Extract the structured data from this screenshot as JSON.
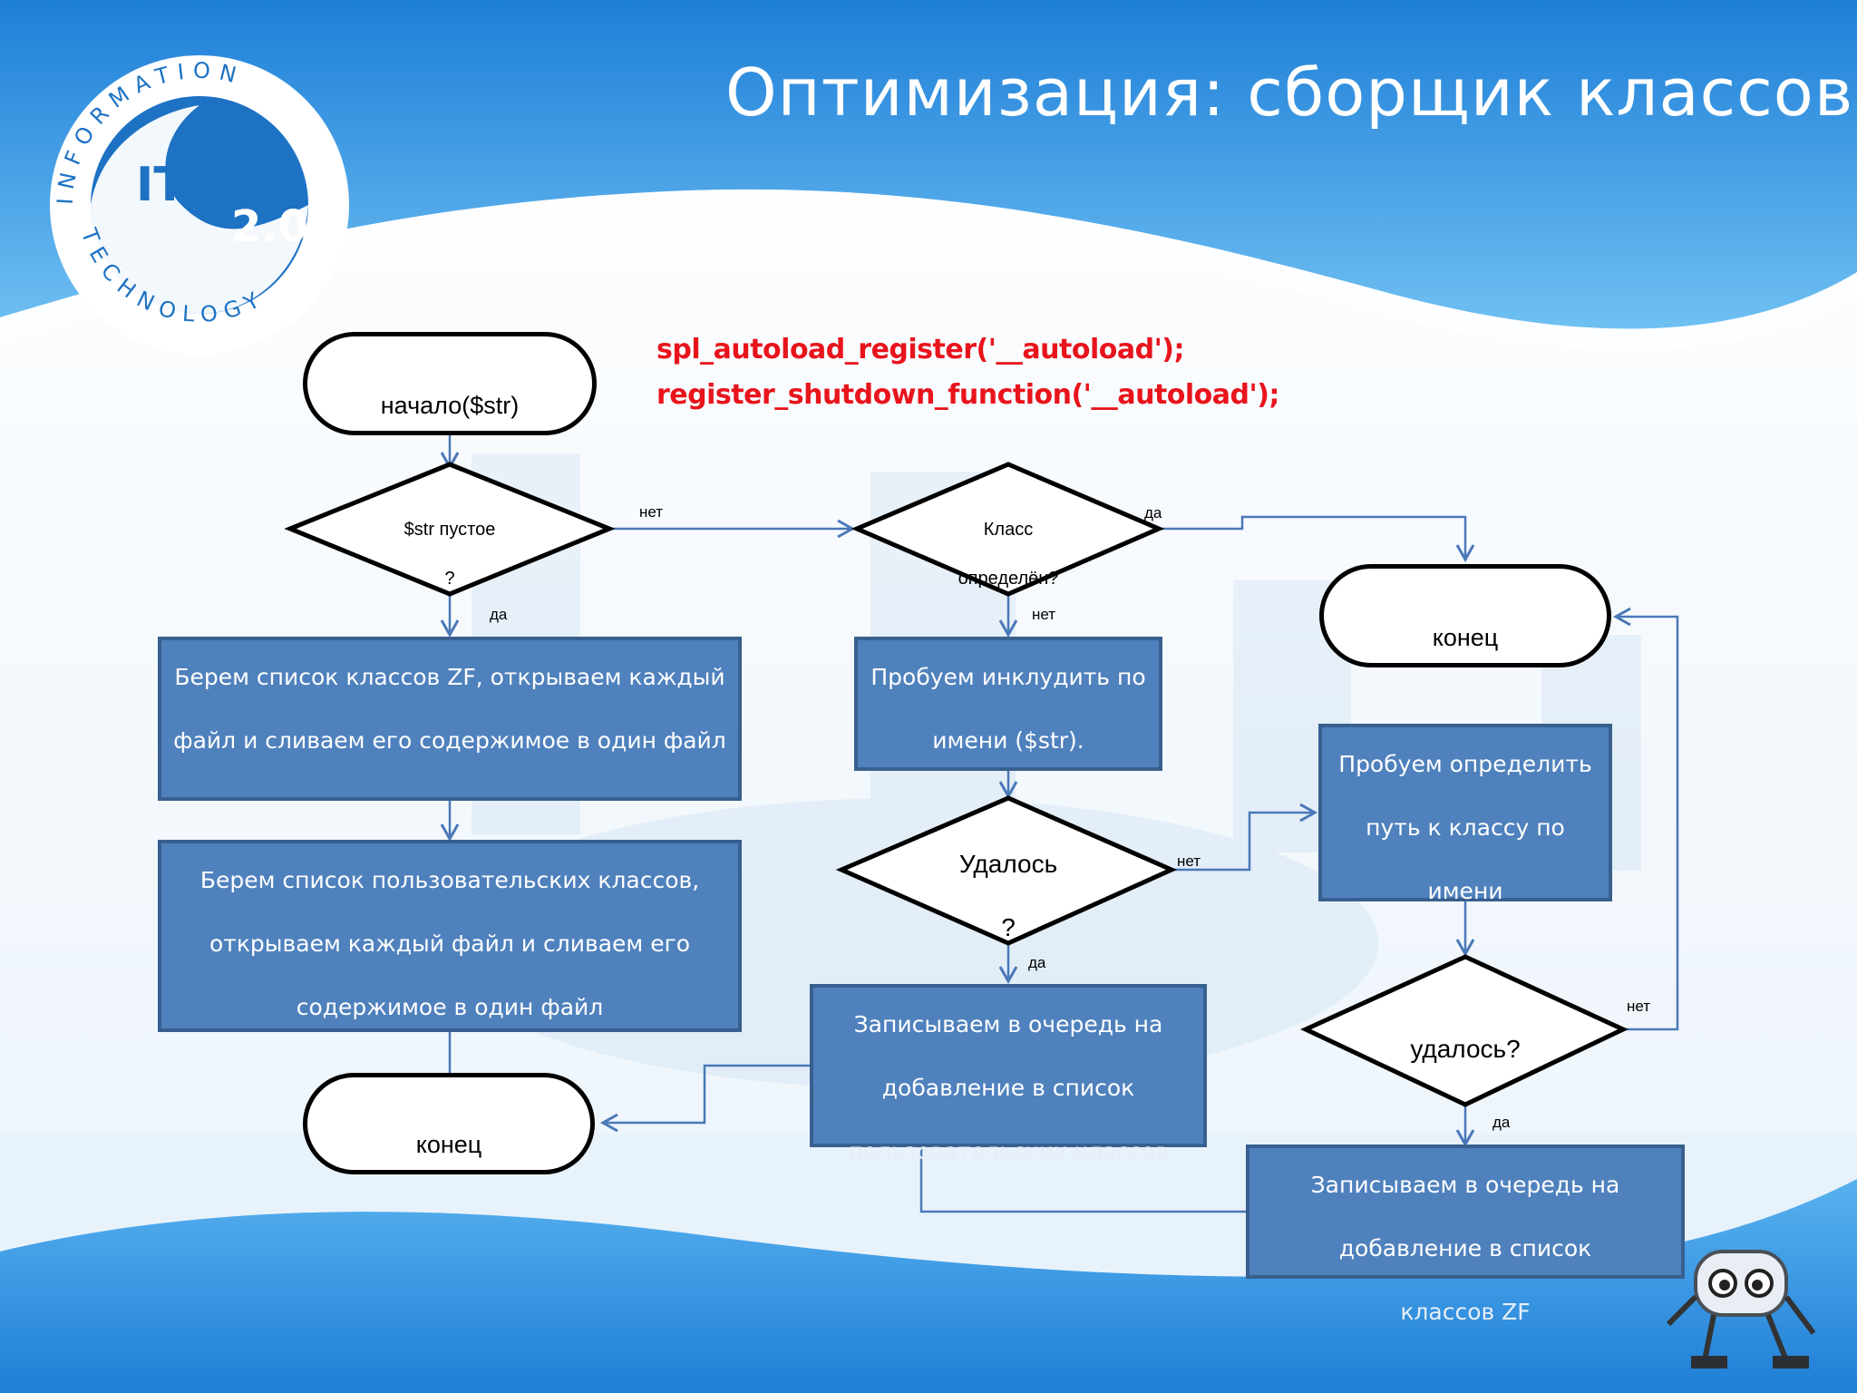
{
  "slide": {
    "title": "Оптимизация: сборщик классов",
    "code_line_1": "spl_autoload_register('__autoload');",
    "code_line_2": "register_shutdown_function('__autoload');"
  },
  "logo": {
    "ring_text_top": "INFORMATION",
    "ring_text_bottom": "TECHNOLOGY",
    "badge_left": "IT",
    "badge_right": "2.0"
  },
  "flowchart": {
    "start": "начало($str)",
    "end_right": "конец",
    "end_left": "конец",
    "decision_empty": [
      "$str пустое",
      "?"
    ],
    "decision_defined": [
      "Класс",
      "определён?"
    ],
    "decision_succeeded": [
      "Удалось",
      "?"
    ],
    "decision_succeeded_2": [
      "удалось?"
    ],
    "process_zf": [
      "Берем список  классов ZF, открываем каждый",
      "файл и сливаем его содержимое в один файл"
    ],
    "process_user": [
      "Берем список пользовательских классов,",
      "открываем каждый файл и сливаем его",
      "содержимое в один файл"
    ],
    "process_include": [
      "Пробуем инклудить по",
      "имени ($str)."
    ],
    "process_resolve": [
      "Пробуем определить",
      "путь к классу по",
      "имени"
    ],
    "process_queue_user": [
      "Записываем в  очередь на",
      "добавление в список",
      "пользовательских классов"
    ],
    "process_queue_zf": [
      "Записываем в  очередь на",
      "добавление в список",
      "классов ZF"
    ],
    "edge_labels": {
      "no_1": "нет",
      "yes_1": "да",
      "yes_2": "да",
      "no_2": "нет",
      "no_3": "нет",
      "yes_3": "да",
      "no_4": "нет",
      "yes_4": "да"
    }
  },
  "colors": {
    "process_fill": "#4f81bd",
    "process_border": "#38608f",
    "connector": "#4a78b8",
    "code_text": "#e8141c",
    "sky_top": "#2f8ee0",
    "sky_bottom": "#5ab3f0"
  }
}
